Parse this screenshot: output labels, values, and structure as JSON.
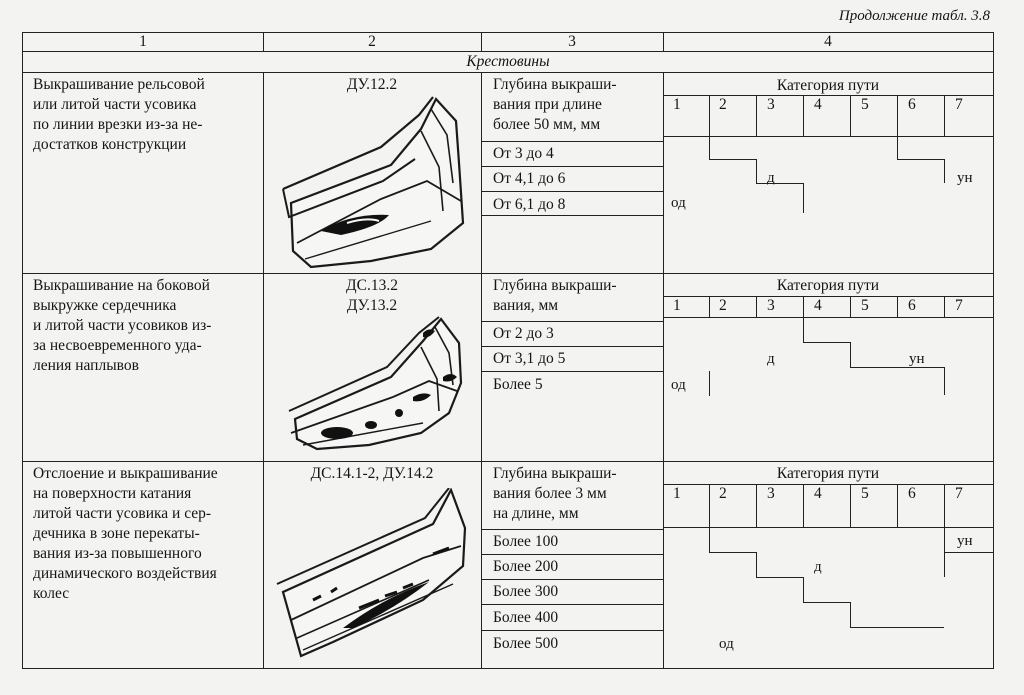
{
  "caption": "Продолжение табл. 3.8",
  "headers": [
    "1",
    "2",
    "3",
    "4"
  ],
  "section_title": "Крестовины",
  "rows": [
    {
      "description": [
        "Выкрашивание рельсовой",
        "или литой части усовика",
        "по линии врезки из-за не-",
        "достатков конструкции"
      ],
      "code": [
        "ДУ.12.2"
      ],
      "param_header": [
        "Глубина выкраши-",
        "вания при длине",
        "более 50 мм, мм"
      ],
      "ranges": [
        "От 3 до 4",
        "От 4,1 до 6",
        "От 6,1 до 8"
      ],
      "category_title": "Категория пути",
      "categories": [
        "1",
        "2",
        "3",
        "4",
        "5",
        "6",
        "7"
      ],
      "grades": [
        "д",
        "ун",
        "од"
      ]
    },
    {
      "description": [
        "Выкрашивание на боковой",
        "выкружке сердечника",
        "и литой части усовиков из-",
        "за несвоевременного уда-",
        "ления наплывов"
      ],
      "code": [
        "ДС.13.2",
        "ДУ.13.2"
      ],
      "param_header": [
        "Глубина выкраши-",
        "вания, мм"
      ],
      "ranges": [
        "От 2 до 3",
        "От 3,1 до 5",
        "Более 5"
      ],
      "category_title": "Категория пути",
      "categories": [
        "1",
        "2",
        "3",
        "4",
        "5",
        "6",
        "7"
      ],
      "grades": [
        "д",
        "ун",
        "од"
      ]
    },
    {
      "description": [
        "Отслоение и выкрашивание",
        "на поверхности катания",
        "литой части усовика и сер-",
        "дечника в зоне перекаты-",
        "вания из-за повышенного",
        "динамического воздействия",
        "колес"
      ],
      "code": [
        "ДС.14.1-2, ДУ.14.2"
      ],
      "param_header": [
        "Глубина выкраши-",
        "вания более 3 мм",
        "на длине, мм"
      ],
      "ranges": [
        "Более 100",
        "Более 200",
        "Более 300",
        "Более 400",
        "Более 500"
      ],
      "category_title": "Категория пути",
      "categories": [
        "1",
        "2",
        "3",
        "4",
        "5",
        "6",
        "7"
      ],
      "grades": [
        "ун",
        "д",
        "од"
      ]
    }
  ]
}
